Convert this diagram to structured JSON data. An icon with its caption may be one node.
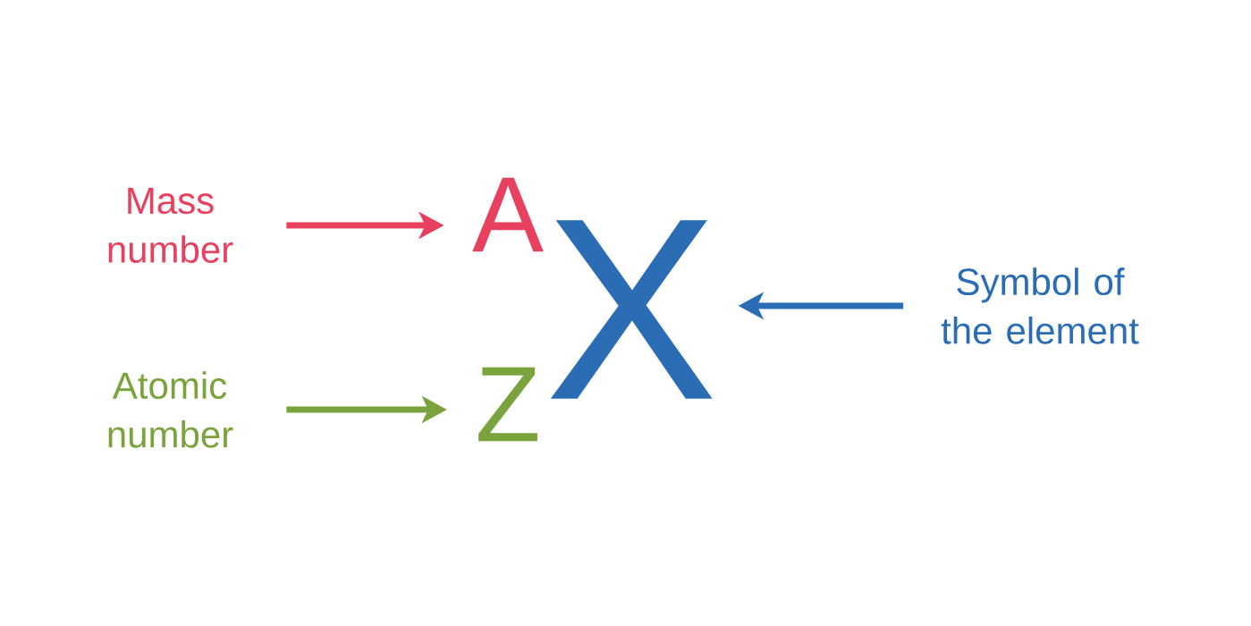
{
  "diagram": {
    "nodes": [
      {
        "text": [
          "Mass number"
        ]
      },
      {
        "text": [
          "A"
        ]
      },
      {
        "text": [
          "Atomic number"
        ]
      },
      {
        "text": [
          "Z"
        ]
      },
      {
        "text": [
          "X"
        ]
      },
      {
        "text": [
          "Symbol of the element"
        ]
      }
    ],
    "edges": [
      {
        "from": 0,
        "to": 1,
        "arrow": "to",
        "color": "#e8405f"
      },
      {
        "from": 2,
        "to": 3,
        "arrow": "to",
        "color": "#7aa33e"
      },
      {
        "from": 5,
        "to": 4,
        "arrow": "to",
        "color": "#2a6db5"
      }
    ]
  }
}
